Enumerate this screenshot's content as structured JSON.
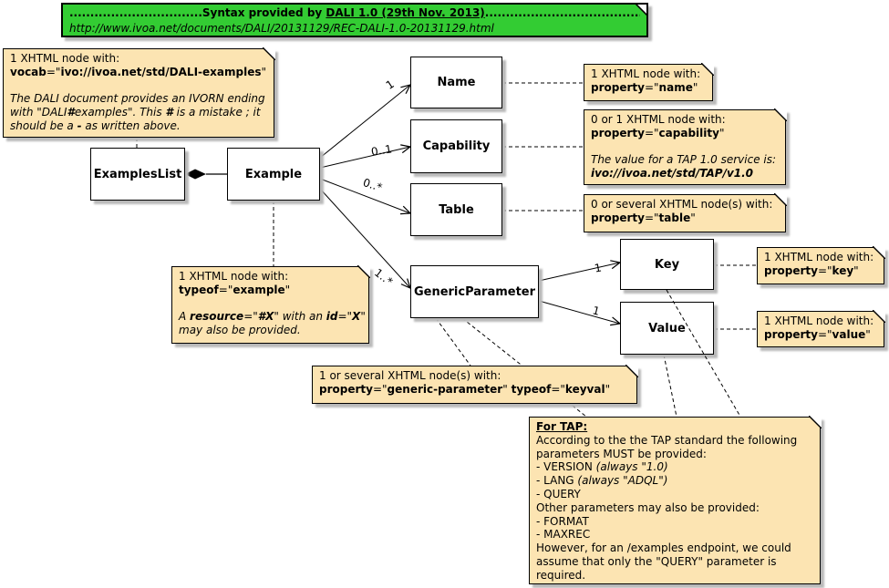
{
  "colors": {
    "note_bg": "#FCE4B2",
    "title_bg": "#33CC33",
    "box_bg": "#FFFFFF",
    "line": "#000000",
    "shadow": "#B9B9B9"
  },
  "classes": {
    "examples_list": "ExamplesList",
    "example": "Example",
    "name": "Name",
    "capability": "Capability",
    "table": "Table",
    "generic_parameter": "GenericParameter",
    "key": "Key",
    "value": "Value"
  },
  "multiplicities": {
    "name": "1",
    "capability": "0..1",
    "table": "0..*",
    "generic_parameter": "1..*",
    "key": "1",
    "value": "1"
  },
  "title_note": {
    "lines": [
      [
        {
          "t": "................................",
          "b": 1
        },
        {
          "t": "Syntax provided by ",
          "b": 1
        },
        {
          "t": "DALI 1.0 (29th Nov. 2013)",
          "b": 1,
          "u": 1
        },
        {
          "t": "........................................................................",
          "b": 1
        }
      ],
      [
        {
          "t": "http://www.ivoa.net/documents/DALI/20131129/REC-DALI-1.0-20131129.html",
          "i": 1
        }
      ]
    ]
  },
  "notes": {
    "vocab": {
      "lines": [
        [
          {
            "t": "1 XHTML node with:"
          }
        ],
        [
          {
            "t": "vocab",
            "b": 1
          },
          {
            "t": "=\""
          },
          {
            "t": "ivo://ivoa.net/std/DALI-examples",
            "b": 1
          },
          {
            "t": "\""
          }
        ],
        [],
        [
          {
            "t": "The DALI document provides an IVORN ending",
            "i": 1
          }
        ],
        [
          {
            "t": "with \"DALI",
            "i": 1
          },
          {
            "t": "#",
            "b": 1,
            "i": 1
          },
          {
            "t": "examples\". This ",
            "i": 1
          },
          {
            "t": "#",
            "b": 1,
            "i": 1
          },
          {
            "t": " is a mistake ; it",
            "i": 1
          }
        ],
        [
          {
            "t": "should be a ",
            "i": 1
          },
          {
            "t": "-",
            "b": 1,
            "i": 1
          },
          {
            "t": " as written above.",
            "i": 1
          }
        ]
      ]
    },
    "typeof": {
      "lines": [
        [
          {
            "t": "1 XHTML node with:"
          }
        ],
        [
          {
            "t": "typeof",
            "b": 1
          },
          {
            "t": "=\""
          },
          {
            "t": "example",
            "b": 1
          },
          {
            "t": "\""
          }
        ],
        [],
        [
          {
            "t": "A ",
            "i": 1
          },
          {
            "t": "resource",
            "b": 1,
            "i": 1
          },
          {
            "t": "=\"",
            "i": 1
          },
          {
            "t": "#X",
            "b": 1,
            "i": 1
          },
          {
            "t": "\" with an ",
            "i": 1
          },
          {
            "t": "id",
            "b": 1,
            "i": 1
          },
          {
            "t": "=\"",
            "i": 1
          },
          {
            "t": "X",
            "b": 1,
            "i": 1
          },
          {
            "t": "\"",
            "i": 1
          }
        ],
        [
          {
            "t": "may also be provided.",
            "i": 1
          }
        ]
      ]
    },
    "name": {
      "lines": [
        [
          {
            "t": "1 XHTML node with:"
          }
        ],
        [
          {
            "t": "property",
            "b": 1
          },
          {
            "t": "=\""
          },
          {
            "t": "name",
            "b": 1
          },
          {
            "t": "\""
          }
        ]
      ]
    },
    "capability": {
      "lines": [
        [
          {
            "t": "0 or 1 XHTML node with:"
          }
        ],
        [
          {
            "t": "property",
            "b": 1
          },
          {
            "t": "=\""
          },
          {
            "t": "capability",
            "b": 1
          },
          {
            "t": "\""
          }
        ],
        [],
        [
          {
            "t": "The value for a TAP 1.0 service is:",
            "i": 1
          }
        ],
        [
          {
            "t": "ivo://ivoa.net/std/TAP/v1.0",
            "b": 1,
            "i": 1
          }
        ]
      ]
    },
    "table": {
      "lines": [
        [
          {
            "t": "0 or several XHTML node(s) with:"
          }
        ],
        [
          {
            "t": "property",
            "b": 1
          },
          {
            "t": "=\""
          },
          {
            "t": "table",
            "b": 1
          },
          {
            "t": "\""
          }
        ]
      ]
    },
    "keyval": {
      "lines": [
        [
          {
            "t": "1 or several XHTML node(s) with:"
          }
        ],
        [
          {
            "t": "property",
            "b": 1
          },
          {
            "t": "=\""
          },
          {
            "t": "generic-parameter",
            "b": 1
          },
          {
            "t": "\" "
          },
          {
            "t": "typeof",
            "b": 1
          },
          {
            "t": "=\""
          },
          {
            "t": "keyval",
            "b": 1
          },
          {
            "t": "\""
          }
        ]
      ]
    },
    "key": {
      "lines": [
        [
          {
            "t": "1 XHTML node with:"
          }
        ],
        [
          {
            "t": "property",
            "b": 1
          },
          {
            "t": "=\""
          },
          {
            "t": "key",
            "b": 1
          },
          {
            "t": "\""
          }
        ]
      ]
    },
    "value": {
      "lines": [
        [
          {
            "t": "1 XHTML node with:"
          }
        ],
        [
          {
            "t": "property",
            "b": 1
          },
          {
            "t": "=\""
          },
          {
            "t": "value",
            "b": 1
          },
          {
            "t": "\""
          }
        ]
      ]
    },
    "fortap": {
      "lines": [
        [
          {
            "t": "For TAP:",
            "b": 1,
            "u": 1
          }
        ],
        [
          {
            "t": "According to the the TAP standard the following"
          }
        ],
        [
          {
            "t": "parameters MUST be provided:"
          }
        ],
        [
          {
            "t": " - VERSION "
          },
          {
            "t": "(always \"1.0)",
            "i": 1
          }
        ],
        [
          {
            "t": " - LANG "
          },
          {
            "t": "(always \"ADQL\")",
            "i": 1
          }
        ],
        [
          {
            "t": " - QUERY"
          }
        ],
        [
          {
            "t": "Other parameters may also be provided:"
          }
        ],
        [
          {
            "t": " - FORMAT"
          }
        ],
        [
          {
            "t": " - MAXREC"
          }
        ],
        [
          {
            "t": "However, for an /examples endpoint, we could"
          }
        ],
        [
          {
            "t": "assume that only the \"QUERY\" parameter is"
          }
        ],
        [
          {
            "t": "required."
          }
        ]
      ]
    }
  }
}
